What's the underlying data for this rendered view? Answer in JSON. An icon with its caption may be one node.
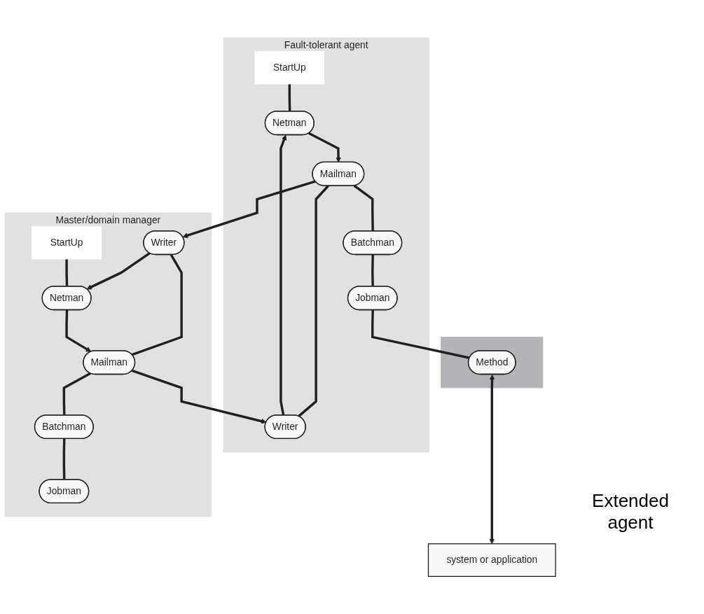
{
  "diagram": {
    "nodes": [
      {
        "text": [
          "Master/domain manager"
        ]
      },
      {
        "text": [
          "StartUp"
        ],
        "in": 0
      },
      {
        "text": [
          "Netman"
        ],
        "in": 0
      },
      {
        "text": [
          "Writer"
        ],
        "in": 0
      },
      {
        "text": [
          "Mailman"
        ],
        "in": 0
      },
      {
        "text": [
          "Batchman"
        ],
        "in": 0
      },
      {
        "text": [
          "Jobman"
        ],
        "in": 0
      },
      {
        "text": [
          "Fault-tolerant agent"
        ]
      },
      {
        "text": [
          "StartUp"
        ],
        "in": 7
      },
      {
        "text": [
          "Netman"
        ],
        "in": 7
      },
      {
        "text": [
          "Writer"
        ],
        "in": 7
      },
      {
        "text": [
          "Mailman"
        ],
        "in": 7
      },
      {
        "text": [
          "Batchman"
        ],
        "in": 7
      },
      {
        "text": [
          "Jobman"
        ],
        "in": 7
      },
      {
        "text": [],
        "shape": "box"
      },
      {
        "text": [
          "Method"
        ],
        "in": 14
      },
      {
        "text": [
          "system or application"
        ]
      }
    ],
    "edges": [
      {
        "from": 1,
        "to": 2,
        "arrow": "none"
      },
      {
        "from": 3,
        "to": 2,
        "arrow": "to"
      },
      {
        "from": 2,
        "to": 4,
        "arrow": "to"
      },
      {
        "from": 3,
        "to": 4,
        "arrow": "none"
      },
      {
        "from": 4,
        "to": 5,
        "arrow": "none"
      },
      {
        "from": 5,
        "to": 6,
        "arrow": "none"
      },
      {
        "from": 4,
        "to": 10,
        "arrow": "to"
      },
      {
        "from": 11,
        "to": 3,
        "arrow": "to"
      },
      {
        "from": 8,
        "to": 9,
        "arrow": "none"
      },
      {
        "from": 10,
        "to": 9,
        "arrow": "to"
      },
      {
        "from": 9,
        "to": 11,
        "arrow": "to"
      },
      {
        "from": 10,
        "to": 11,
        "arrow": "none"
      },
      {
        "from": 11,
        "to": 12,
        "arrow": "none"
      },
      {
        "from": 12,
        "to": 13,
        "arrow": "none"
      },
      {
        "from": 13,
        "to": 15,
        "arrow": "none"
      },
      {
        "from": 15,
        "to": 16,
        "arrow": "both"
      }
    ],
    "labels": [
      "Extended agent"
    ]
  }
}
